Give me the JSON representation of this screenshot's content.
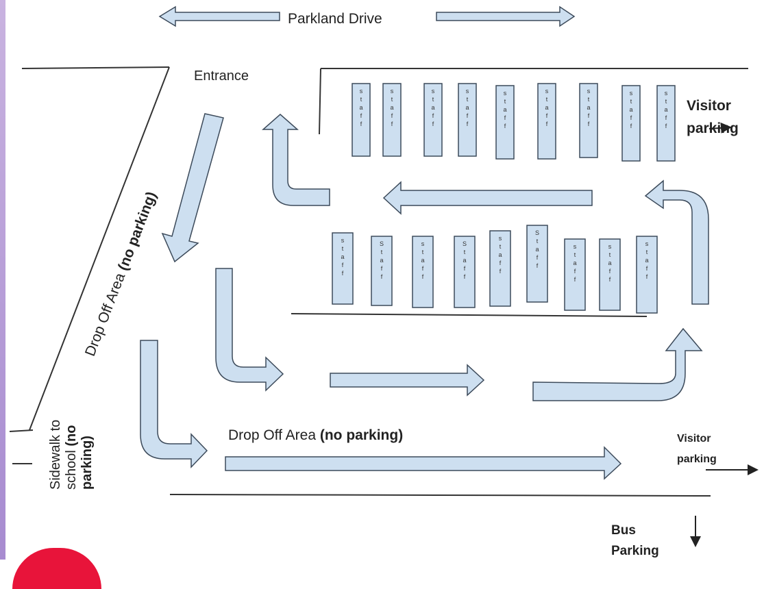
{
  "street": {
    "name": "Parkland Drive"
  },
  "labels": {
    "entrance": "Entrance",
    "visitor_parking_top_line1": "Visitor",
    "visitor_parking_top_line2": "parking",
    "visitor_parking_bottom_line1": "Visitor",
    "visitor_parking_bottom_line2": "parking",
    "bus_parking_line1": "Bus",
    "bus_parking_line2": "Parking",
    "dropoff_bottom_text": "Drop Off Area ",
    "dropoff_bottom_bold": "(no parking)",
    "dropoff_diag_text": "Drop Off Area ",
    "dropoff_diag_bold": "(no parking)",
    "sidewalk_line1": "Sidewalk to",
    "sidewalk_line2_text": "school ",
    "sidewalk_line2_bold": "(no",
    "sidewalk_line3_bold": "parking)"
  },
  "stalls": {
    "top_row": [
      "staff",
      "staff",
      "staff",
      "staff",
      "staff",
      "staff",
      "staff",
      "staff",
      "staff"
    ],
    "middle_row": [
      "staff",
      "Staff",
      "staff",
      "Staff",
      "staff",
      "Staff",
      "staff",
      "staff",
      "staff"
    ]
  },
  "colors": {
    "arrow_fill": "#cddff0",
    "arrow_stroke": "#3c4a5a",
    "stall_fill": "#cddff0"
  }
}
